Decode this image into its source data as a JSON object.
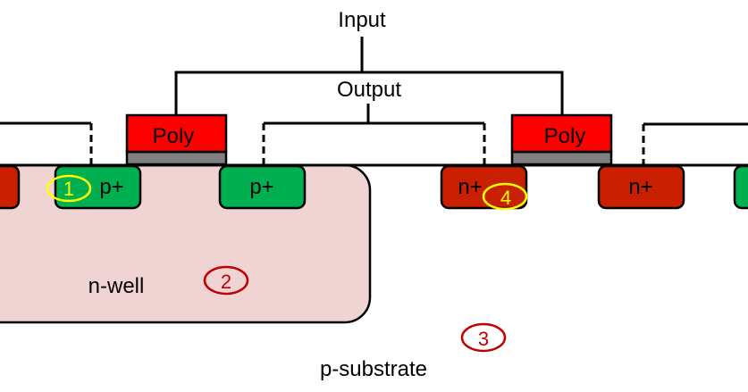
{
  "labels": {
    "input": "Input",
    "output": "Output",
    "poly_left": "Poly",
    "poly_right": "Poly",
    "pplus_1": "p+",
    "pplus_2": "p+",
    "nplus_1": "n+",
    "nplus_2": "n+",
    "nwell": "n-well",
    "psubstrate": "p-substrate"
  },
  "markers": [
    {
      "id": "1",
      "text": "1",
      "color": "#ffff00"
    },
    {
      "id": "2",
      "text": "2",
      "color": "#c00000"
    },
    {
      "id": "3",
      "text": "3",
      "color": "#c00000"
    },
    {
      "id": "4",
      "text": "4",
      "color": "#ffff00"
    }
  ],
  "colors": {
    "poly": "#ff0000",
    "gate_oxide": "#808080",
    "pplus": "#00b050",
    "nplus": "#c82000",
    "nwell": "#f0d4d4",
    "wire": "#000000"
  }
}
